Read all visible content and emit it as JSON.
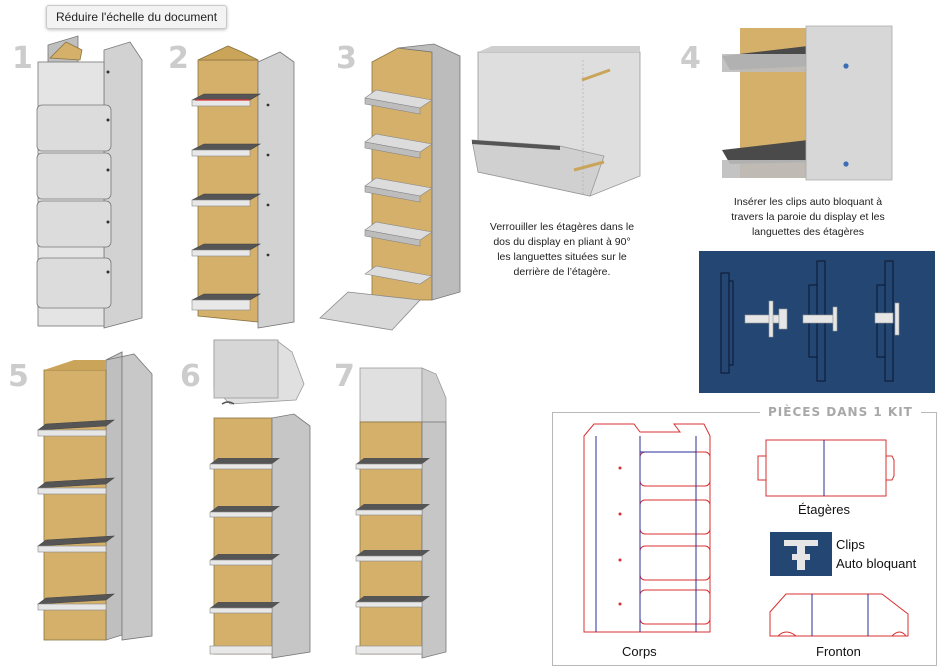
{
  "tooltip": "Réduire l'échelle du document",
  "steps": [
    "1",
    "2",
    "3",
    "4",
    "5",
    "6",
    "7"
  ],
  "captions": {
    "step3": [
      "Verrouiller les étagères dans le",
      "dos du display en pliant à 90°",
      "les languettes situées sur le",
      "derrière de l’étagère."
    ],
    "step4": [
      "Insérer les clips auto bloquant à",
      "travers la paroie du display et les",
      "languettes des étagères"
    ]
  },
  "kit": {
    "title": "PIÈCES DANS 1 KIT",
    "parts": {
      "corps": "Corps",
      "etageres": "Étagères",
      "clips_line1": "Clips",
      "clips_line2": "Auto bloquant",
      "fronton": "Fronton"
    }
  },
  "colors": {
    "cardboard": "#d8d8d8",
    "kraft": "#d4b06a",
    "shelf_top": "#555555",
    "navy": "#234672",
    "cut_line": "#d93030",
    "fold_line": "#2a2f9a"
  }
}
